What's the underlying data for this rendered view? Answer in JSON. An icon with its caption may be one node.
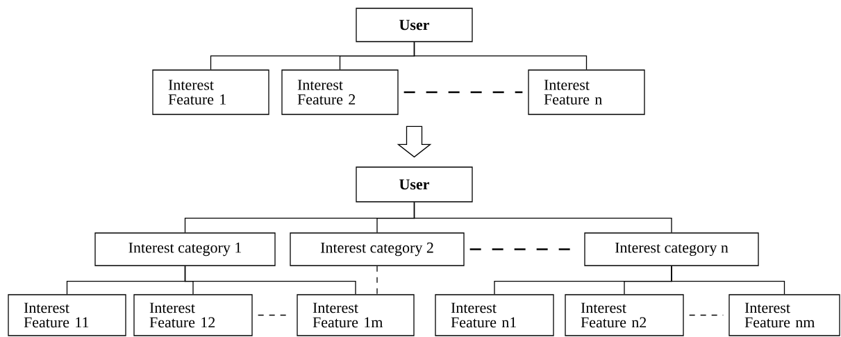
{
  "diagram": {
    "nodes": [
      {
        "text": [
          "User"
        ]
      },
      {
        "text": [
          "Interest Feature 1"
        ]
      },
      {
        "text": [
          "Interest Feature 2"
        ]
      },
      {
        "text": [
          "Interest Feature n"
        ]
      },
      {
        "text": [
          "User"
        ]
      },
      {
        "text": [
          "Interest category 1"
        ]
      },
      {
        "text": [
          "Interest category 2"
        ]
      },
      {
        "text": [
          "Interest category n"
        ]
      },
      {
        "text": [
          "Interest Feature 11"
        ]
      },
      {
        "text": [
          "Interest Feature 12"
        ]
      },
      {
        "text": [
          "Interest Feature 1m"
        ]
      },
      {
        "text": [
          "Interest Feature n1"
        ]
      },
      {
        "text": [
          "Interest Feature n2"
        ]
      },
      {
        "text": [
          "Interest Feature nm"
        ]
      }
    ],
    "edges": [
      {
        "from": 0,
        "to": 1,
        "arrow": "none"
      },
      {
        "from": 0,
        "to": 2,
        "arrow": "none"
      },
      {
        "from": 0,
        "to": 3,
        "arrow": "none"
      },
      {
        "from": 2,
        "to": 3,
        "arrow": "none",
        "style": "dashed"
      },
      {
        "from": null,
        "to": 4,
        "arrow": "to"
      },
      {
        "from": 4,
        "to": 5,
        "arrow": "none"
      },
      {
        "from": 4,
        "to": 6,
        "arrow": "none"
      },
      {
        "from": 4,
        "to": 7,
        "arrow": "none"
      },
      {
        "from": 6,
        "to": 7,
        "arrow": "none",
        "style": "dashed"
      },
      {
        "from": 5,
        "to": 8,
        "arrow": "none"
      },
      {
        "from": 5,
        "to": 9,
        "arrow": "none"
      },
      {
        "from": 5,
        "to": 10,
        "arrow": "none"
      },
      {
        "from": 9,
        "to": 10,
        "arrow": "none",
        "style": "dashed"
      },
      {
        "from": 6,
        "to": 10,
        "arrow": "none",
        "style": "dashed"
      },
      {
        "from": 7,
        "to": 11,
        "arrow": "none"
      },
      {
        "from": 7,
        "to": 12,
        "arrow": "none"
      },
      {
        "from": 7,
        "to": 13,
        "arrow": "none"
      },
      {
        "from": 12,
        "to": 13,
        "arrow": "none",
        "style": "dashed"
      }
    ]
  }
}
